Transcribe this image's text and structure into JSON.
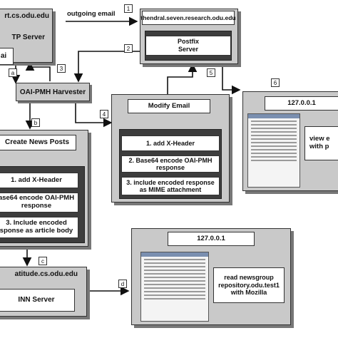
{
  "nodes": {
    "cs_server": {
      "host": "rt.cs.odu.edu",
      "service": "TP Server",
      "client": "ai"
    },
    "postfix": {
      "host": "thendral.seven.research.odu.edu",
      "service": "Postfix\nServer"
    },
    "harvester": {
      "label": "OAI-PMH Harvester"
    },
    "modify_email": {
      "title": "Modify Email",
      "steps": [
        "1. add X-Header",
        "2. Base64 encode OAI-PMH response",
        "3. include encoded response as MIME attachment"
      ]
    },
    "create_news": {
      "title": "Create News Posts",
      "steps": [
        "1. add X-Header",
        "ase64 encode OAI-PMH response",
        "3. Include encoded sponse as article body"
      ]
    },
    "inn": {
      "host": "atitude.cs.odu.edu",
      "service": "INN Server"
    },
    "localhost_mail": {
      "host": "127.0.0.1",
      "caption": "view e\nwith p"
    },
    "localhost_news": {
      "host": "127.0.0.1",
      "caption": "read newsgroup repository.odu.test1 with Mozilla"
    }
  },
  "edges": {
    "outgoing_label": "outgoing email",
    "labels": [
      "1",
      "2",
      "3",
      "4",
      "5",
      "6",
      "a",
      "b",
      "c",
      "d"
    ]
  }
}
